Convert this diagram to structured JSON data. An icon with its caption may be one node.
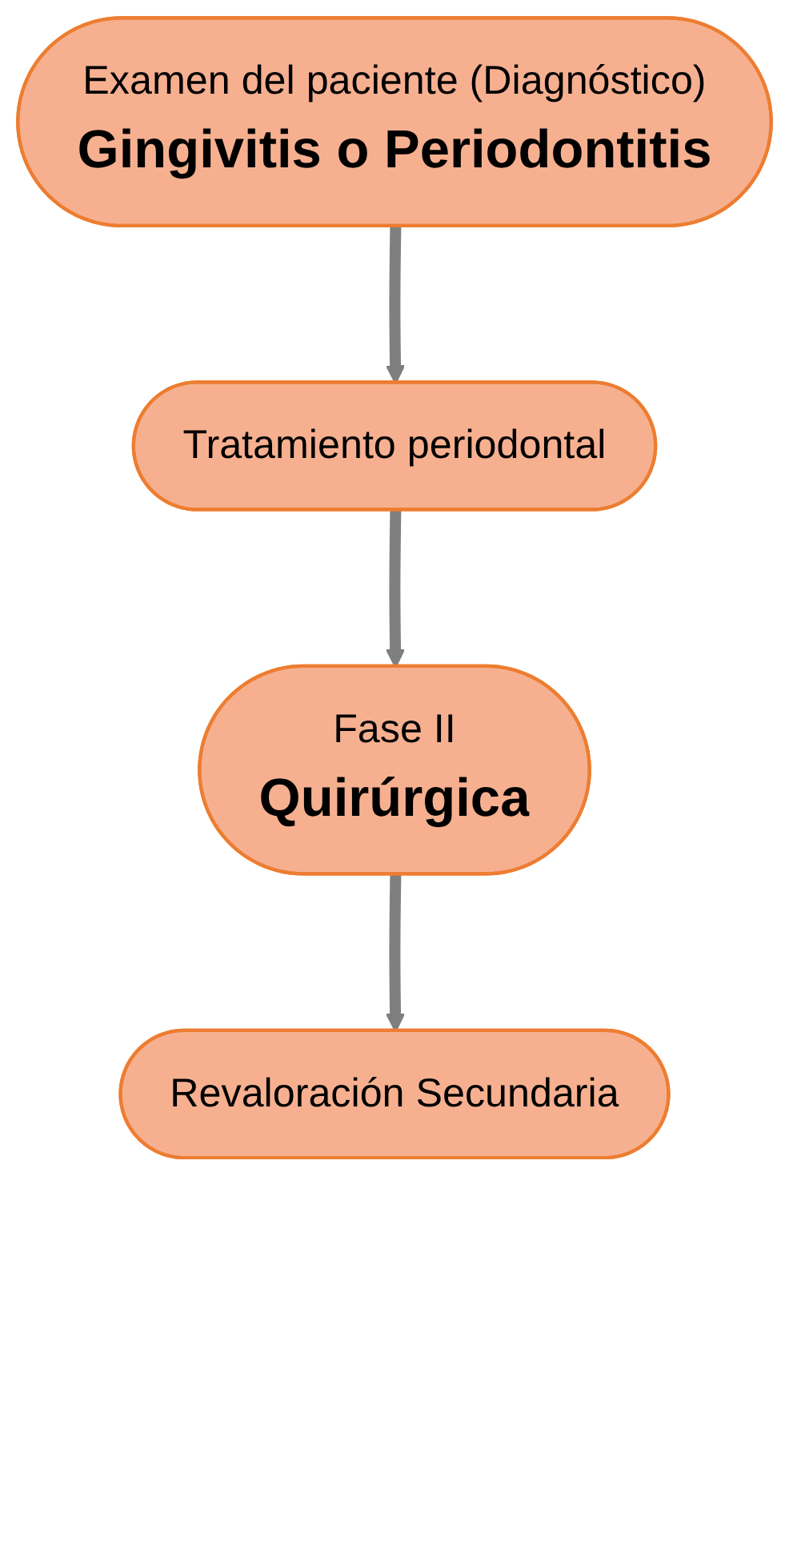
{
  "diagram": {
    "nodes": [
      {
        "text": [
          "Examen del paciente (Diagnóstico)",
          "Gingivitis o Periodontitis"
        ]
      },
      {
        "text": [
          "Tratamiento periodontal"
        ]
      },
      {
        "text": [
          "Fase II",
          "Quirúrgica"
        ]
      },
      {
        "text": [
          "Revaloración Secundaria"
        ]
      }
    ],
    "edges": [
      {
        "from": 0,
        "to": 1,
        "arrow": "to"
      },
      {
        "from": 1,
        "to": 2,
        "arrow": "to"
      },
      {
        "from": 2,
        "to": 3,
        "arrow": "to"
      }
    ]
  }
}
